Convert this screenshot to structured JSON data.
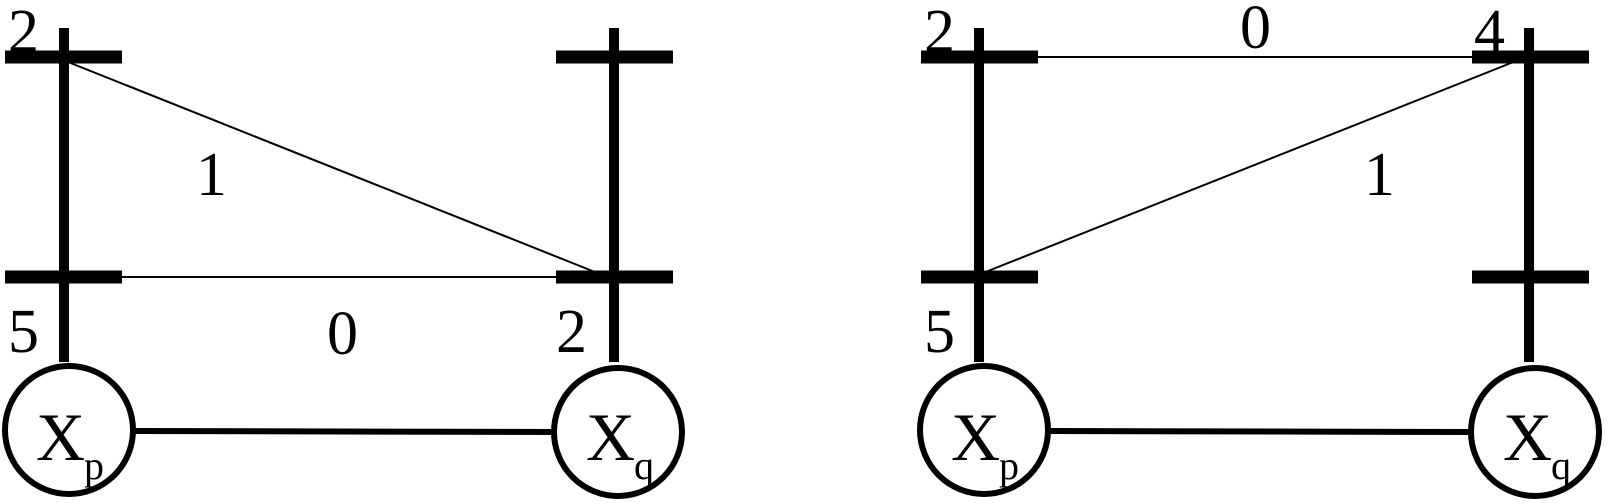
{
  "diagrams": [
    {
      "left_node": {
        "main": "X",
        "sub": "p"
      },
      "right_node": {
        "main": "X",
        "sub": "q"
      },
      "left_top_label": "2",
      "left_bottom_label": "5",
      "right_top_label": "",
      "right_bottom_label": "2",
      "diagonal_edge_label": "1",
      "horizontal_edge_label": "0"
    },
    {
      "left_node": {
        "main": "X",
        "sub": "p"
      },
      "right_node": {
        "main": "X",
        "sub": "q"
      },
      "left_top_label": "2",
      "left_bottom_label": "5",
      "right_top_label": "4",
      "right_bottom_label": "",
      "diagonal_edge_label": "1",
      "horizontal_edge_label": "0"
    }
  ]
}
